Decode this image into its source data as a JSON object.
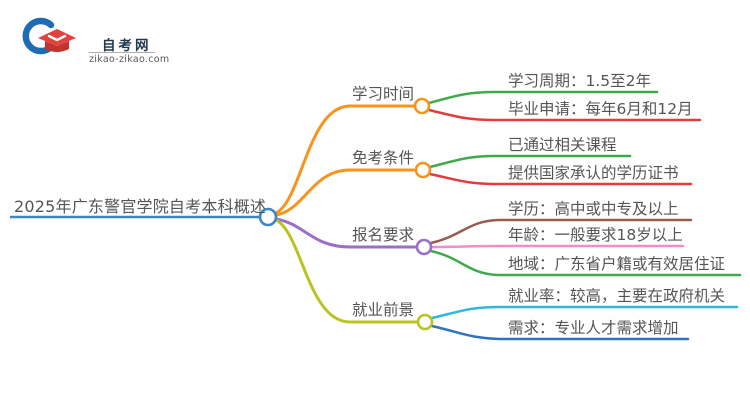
{
  "logo": {
    "title": "自考网",
    "domain": "zikao-zikao.com",
    "icon": "graduation-cap-icon"
  },
  "palette": {
    "root_blue": "#3A87C8",
    "orange": "#F7941D",
    "purple": "#9B6EC8",
    "olive": "#B9C323",
    "green": "#40AA4B",
    "red": "#E23C3C",
    "brown": "#9A5B4E",
    "pink": "#F48CC8",
    "cyan": "#2FB8DC",
    "blue": "#3173BB",
    "logo_crescent": "#1E6CB3",
    "logo_cap": "#E2423D",
    "logo_cap_dark": "#C5332E",
    "text": "#555555"
  },
  "mindmap": {
    "root": {
      "label": "2025年广东警官学院自考本科概述"
    },
    "branches": [
      {
        "label": "学习时间",
        "children": [
          {
            "label": "学习周期：1.5至2年"
          },
          {
            "label": "毕业申请：每年6月和12月"
          }
        ]
      },
      {
        "label": "免考条件",
        "children": [
          {
            "label": "已通过相关课程"
          },
          {
            "label": "提供国家承认的学历证书"
          }
        ]
      },
      {
        "label": "报名要求",
        "children": [
          {
            "label": "学历：高中或中专及以上"
          },
          {
            "label": "年龄：一般要求18岁以上"
          },
          {
            "label": "地域：广东省户籍或有效居住证"
          }
        ]
      },
      {
        "label": "就业前景",
        "children": [
          {
            "label": "就业率：较高，主要在政府机关"
          },
          {
            "label": "需求：专业人才需求增加"
          }
        ]
      }
    ]
  }
}
